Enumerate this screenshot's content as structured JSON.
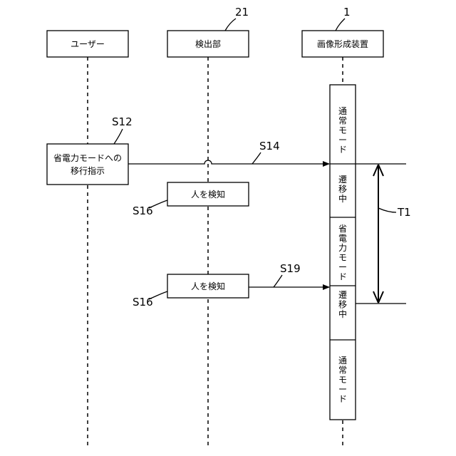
{
  "lifelines": {
    "user": "ユーザー",
    "detector": "検出部",
    "device": "画像形成装置"
  },
  "refs": {
    "detector": "21",
    "device": "1"
  },
  "steps": {
    "s12": {
      "ref": "S12",
      "line1": "省電力モードへの",
      "line2": "移行指示"
    },
    "s14": {
      "ref": "S14"
    },
    "s16a": {
      "ref": "S16",
      "text": "人を検知"
    },
    "s16b": {
      "ref": "S16",
      "text": "人を検知"
    },
    "s19": {
      "ref": "S19"
    }
  },
  "modes": [
    {
      "chars": [
        "通",
        "常",
        "モ",
        "ー",
        "ド"
      ]
    },
    {
      "chars": [
        "遷",
        "移",
        "中"
      ]
    },
    {
      "chars": [
        "省",
        "電",
        "力",
        "モ",
        "ー",
        "ド"
      ]
    },
    {
      "chars": [
        "遷",
        "移",
        "中"
      ]
    },
    {
      "chars": [
        "通",
        "常",
        "モ",
        "ー",
        "ド"
      ]
    }
  ],
  "period": {
    "ref": "T1"
  }
}
